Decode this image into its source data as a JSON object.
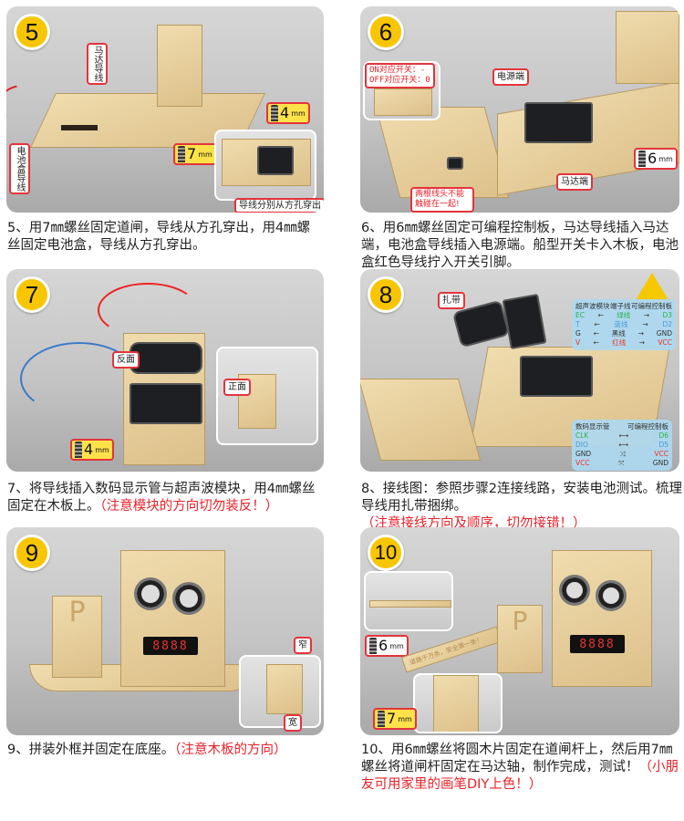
{
  "steps": [
    {
      "number": "5",
      "caption": "5、用7㎜螺丝固定道闸，导线从方孔穿出，用4㎜螺丝固定电池盒，导线从方孔穿出。",
      "note": "",
      "labels": {
        "motor_wire": "马达导线",
        "battery_wire": "电池盒导线",
        "wires_out": "导线分别从方孔穿出"
      },
      "screws": [
        {
          "size": "7",
          "unit": "mm"
        },
        {
          "size": "4",
          "unit": "mm"
        }
      ]
    },
    {
      "number": "6",
      "caption": "6、用6㎜螺丝固定可编程控制板，马达导线插入马达端，电池盒导线插入电源端。船型开关卡入木板，电池盒红色导线拧入开关引脚。",
      "note": "",
      "labels": {
        "switch_on": "ON对应开关：-",
        "switch_off": "OFF对应开关：0",
        "power_port": "电源端",
        "motor_port": "马达端",
        "warning": "两根线头不能触碰在一起!"
      },
      "screws": [
        {
          "size": "6",
          "unit": "mm"
        }
      ]
    },
    {
      "number": "7",
      "caption": "7、将导线插入数码显示管与超声波模块，用4㎜螺丝固定在木板上。",
      "note": "（注意模块的方向切勿装反！）",
      "labels": {
        "back": "反面",
        "front": "正面"
      },
      "screws": [
        {
          "size": "4",
          "unit": "mm"
        }
      ]
    },
    {
      "number": "8",
      "caption": "8、接线图：参照步骤2连接线路，安装电池测试。梳理导线用扎带捆绑。",
      "note": "（注意接线方向及顺序，切勿接错！）",
      "labels": {
        "cable_tie": "扎带"
      },
      "ultrasonic_table": {
        "headers": [
          "超声波模块",
          "端子线",
          "可编程控制板"
        ],
        "rows": [
          [
            "EC",
            "绿线",
            "D3"
          ],
          [
            "T",
            "蓝线",
            "D2"
          ],
          [
            "G",
            "黑线",
            "GND"
          ],
          [
            "V",
            "红线",
            "VCC"
          ]
        ]
      },
      "display_table": {
        "headers": [
          "数码显示管",
          "可编程控制板"
        ],
        "rows": [
          [
            "CLK",
            "D6"
          ],
          [
            "DIO",
            "D5"
          ],
          [
            "GND",
            "VCC"
          ],
          [
            "VCC",
            "GND"
          ]
        ]
      }
    },
    {
      "number": "9",
      "caption": "9、拼装外框并固定在底座。",
      "note": "（注意木板的方向）",
      "labels": {
        "narrow": "窄",
        "wide": "宽",
        "display": "8888",
        "parking": "P"
      }
    },
    {
      "number": "10",
      "caption": "10、用6㎜螺丝将圆木片固定在道闸杆上，然后用7㎜螺丝将道闸杆固定在马达轴，制作完成，测试！",
      "note": "（小朋友可用家里的画笔DIY上色！）",
      "labels": {
        "barrier_text": "道路千万条，安全第一条！",
        "parking": "P",
        "display": "8888"
      },
      "screws": [
        {
          "size": "6",
          "unit": "mm"
        },
        {
          "size": "7",
          "unit": "mm"
        }
      ]
    }
  ],
  "colors": {
    "badge": "#f7c600",
    "note_red": "#e8212a",
    "label_border": "#e3343b"
  }
}
